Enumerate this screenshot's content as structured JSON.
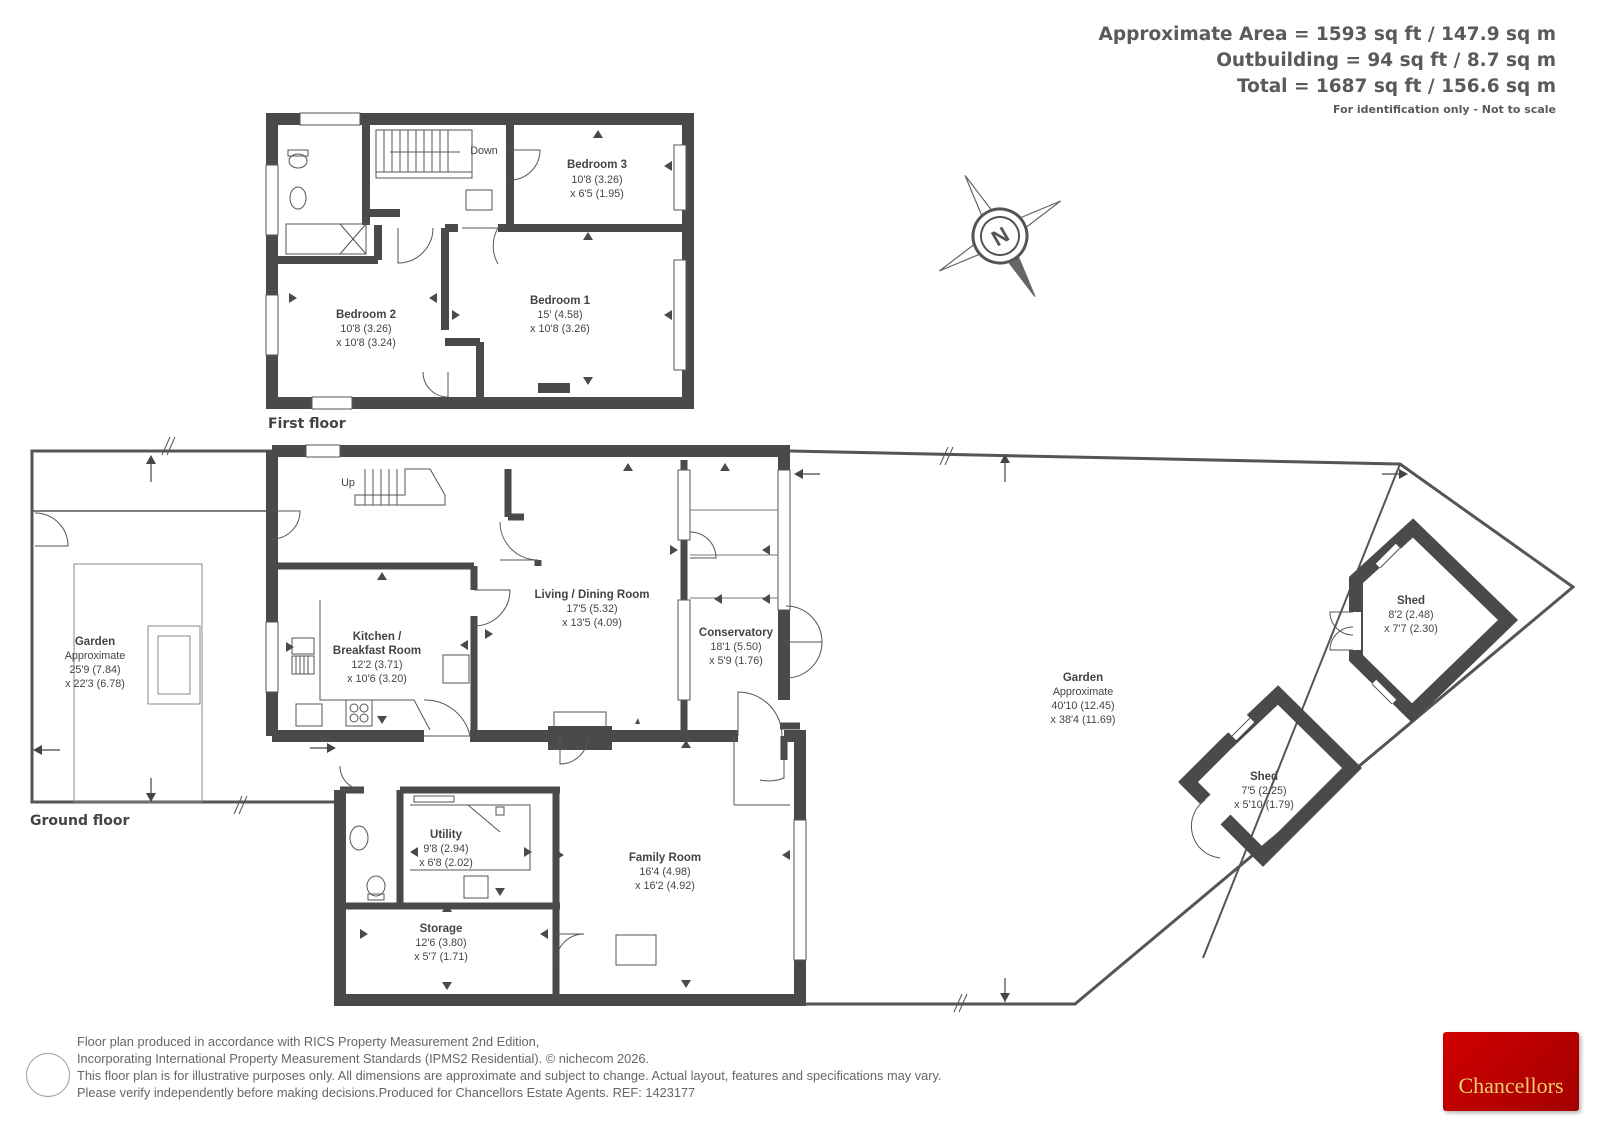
{
  "header": {
    "area": "Approximate Area = 1593 sq ft / 147.9 sq m",
    "outbuilding": "Outbuilding = 94 sq ft / 8.7 sq m",
    "total": "Total = 1687 sq ft / 156.6 sq m",
    "note": "For identification only - Not to scale"
  },
  "floors": {
    "first": "First floor",
    "ground": "Ground floor"
  },
  "stairs": {
    "down": "Down",
    "up": "Up"
  },
  "compass": {
    "letter": "N"
  },
  "rooms": {
    "bedroom3": {
      "name": "Bedroom 3",
      "d1": "10'8 (3.26)",
      "d2": "x 6'5 (1.95)"
    },
    "bedroom2": {
      "name": "Bedroom 2",
      "d1": "10'8 (3.26)",
      "d2": "x 10'8 (3.24)"
    },
    "bedroom1": {
      "name": "Bedroom 1",
      "d1": "15' (4.58)",
      "d2": "x 10'8 (3.26)"
    },
    "garden_left": {
      "name": "Garden",
      "d0": "Approximate",
      "d1": "25'9 (7.84)",
      "d2": "x 22'3 (6.78)"
    },
    "kitchen": {
      "name": "Kitchen /",
      "name2": "Breakfast Room",
      "d1": "12'2 (3.71)",
      "d2": "x 10'6 (3.20)"
    },
    "living": {
      "name": "Living / Dining Room",
      "d1": "17'5 (5.32)",
      "d2": "x 13'5 (4.09)"
    },
    "conservatory": {
      "name": "Conservatory",
      "d1": "18'1 (5.50)",
      "d2": "x 5'9 (1.76)"
    },
    "garden_right": {
      "name": "Garden",
      "d0": "Approximate",
      "d1": "40'10 (12.45)",
      "d2": "x 38'4 (11.69)"
    },
    "shed1": {
      "name": "Shed",
      "d1": "8'2 (2.48)",
      "d2": "x 7'7 (2.30)"
    },
    "shed2": {
      "name": "Shed",
      "d1": "7'5 (2.25)",
      "d2": "x 5'10 (1.79)"
    },
    "utility": {
      "name": "Utility",
      "d1": "9'8 (2.94)",
      "d2": "x 6'8 (2.02)"
    },
    "family": {
      "name": "Family Room",
      "d1": "16'4 (4.98)",
      "d2": "x 16'2 (4.92)"
    },
    "storage": {
      "name": "Storage",
      "d1": "12'6 (3.80)",
      "d2": "x 5'7 (1.71)"
    }
  },
  "footer": {
    "l1": "Floor plan produced in accordance with RICS Property Measurement 2nd Edition,",
    "l2": "Incorporating International Property Measurement Standards (IPMS2 Residential).   © nichecom 2026.",
    "l3": "This floor plan is for illustrative purposes only. All dimensions are approximate and subject to change. Actual layout, features and specifications may vary.",
    "l4": "Please verify independently before making decisions.Produced for Chancellors Estate Agents.    REF:  1423177"
  },
  "brand": {
    "name": "Chancellors",
    "color": "#c40000"
  },
  "colors": {
    "wall": "#4a4a4a",
    "outline": "#555555"
  }
}
